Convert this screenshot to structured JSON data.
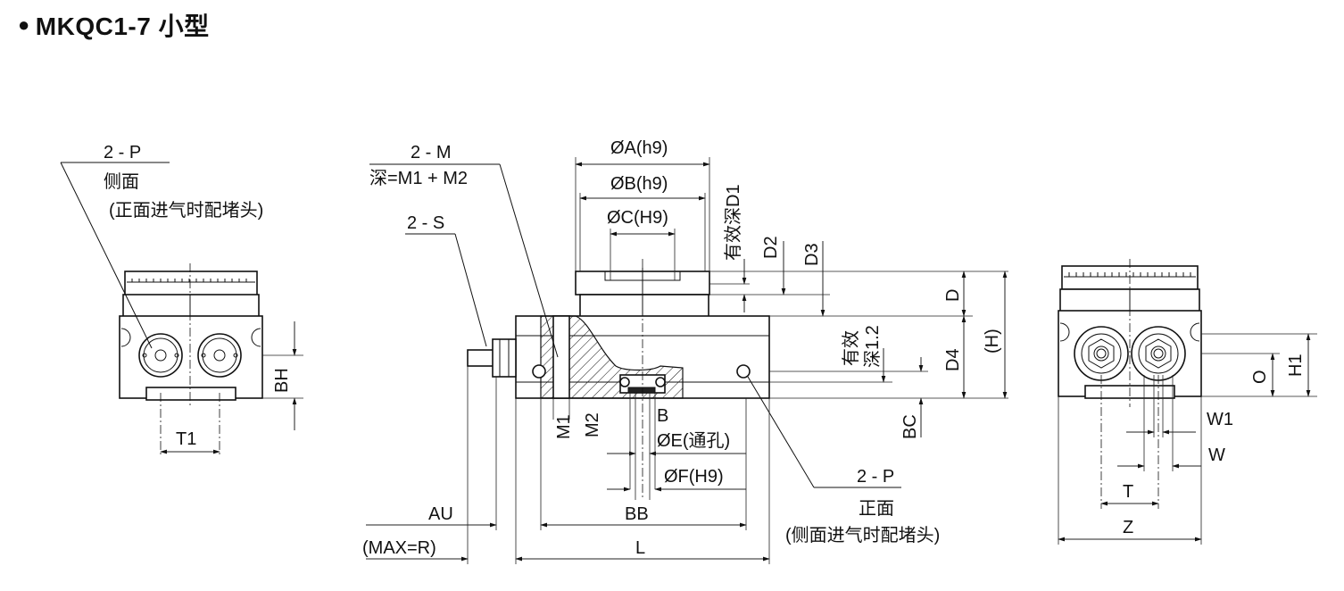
{
  "title": {
    "bullet": "●",
    "text": "MKQC1-7 小型"
  },
  "left_view": {
    "port_label": "2 - P",
    "side_label": "侧面",
    "note": "(正面进气时配堵头)",
    "dims": {
      "bh": "BH",
      "t1": "T1"
    }
  },
  "front_view": {
    "thread_label": "2 - M",
    "depth_label": "深=M1 + M2",
    "screw_label": "2 - S",
    "dia_a": "ØA(h9)",
    "dia_b": "ØB(h9)",
    "dia_c": "ØC(H9)",
    "eff_depth_d1": "有效深D1",
    "d2": "D2",
    "d3": "D3",
    "d": "D",
    "d4": "D4",
    "h": "(H)",
    "eff_depth_12_a": "有效",
    "eff_depth_12_b": "深1.2",
    "m1": "M1",
    "m2": "M2",
    "b": "B",
    "dia_e": "ØE(通孔)",
    "dia_f": "ØF(H9)",
    "bc": "BC",
    "port_label": "2 - P",
    "front_label": "正面",
    "note": "(侧面进气时配堵头)",
    "au": "AU",
    "bb": "BB",
    "max": "(MAX=R)",
    "l": "L"
  },
  "right_view": {
    "o": "O",
    "h1": "H1",
    "w1": "W1",
    "w": "W",
    "t": "T",
    "z": "Z"
  }
}
